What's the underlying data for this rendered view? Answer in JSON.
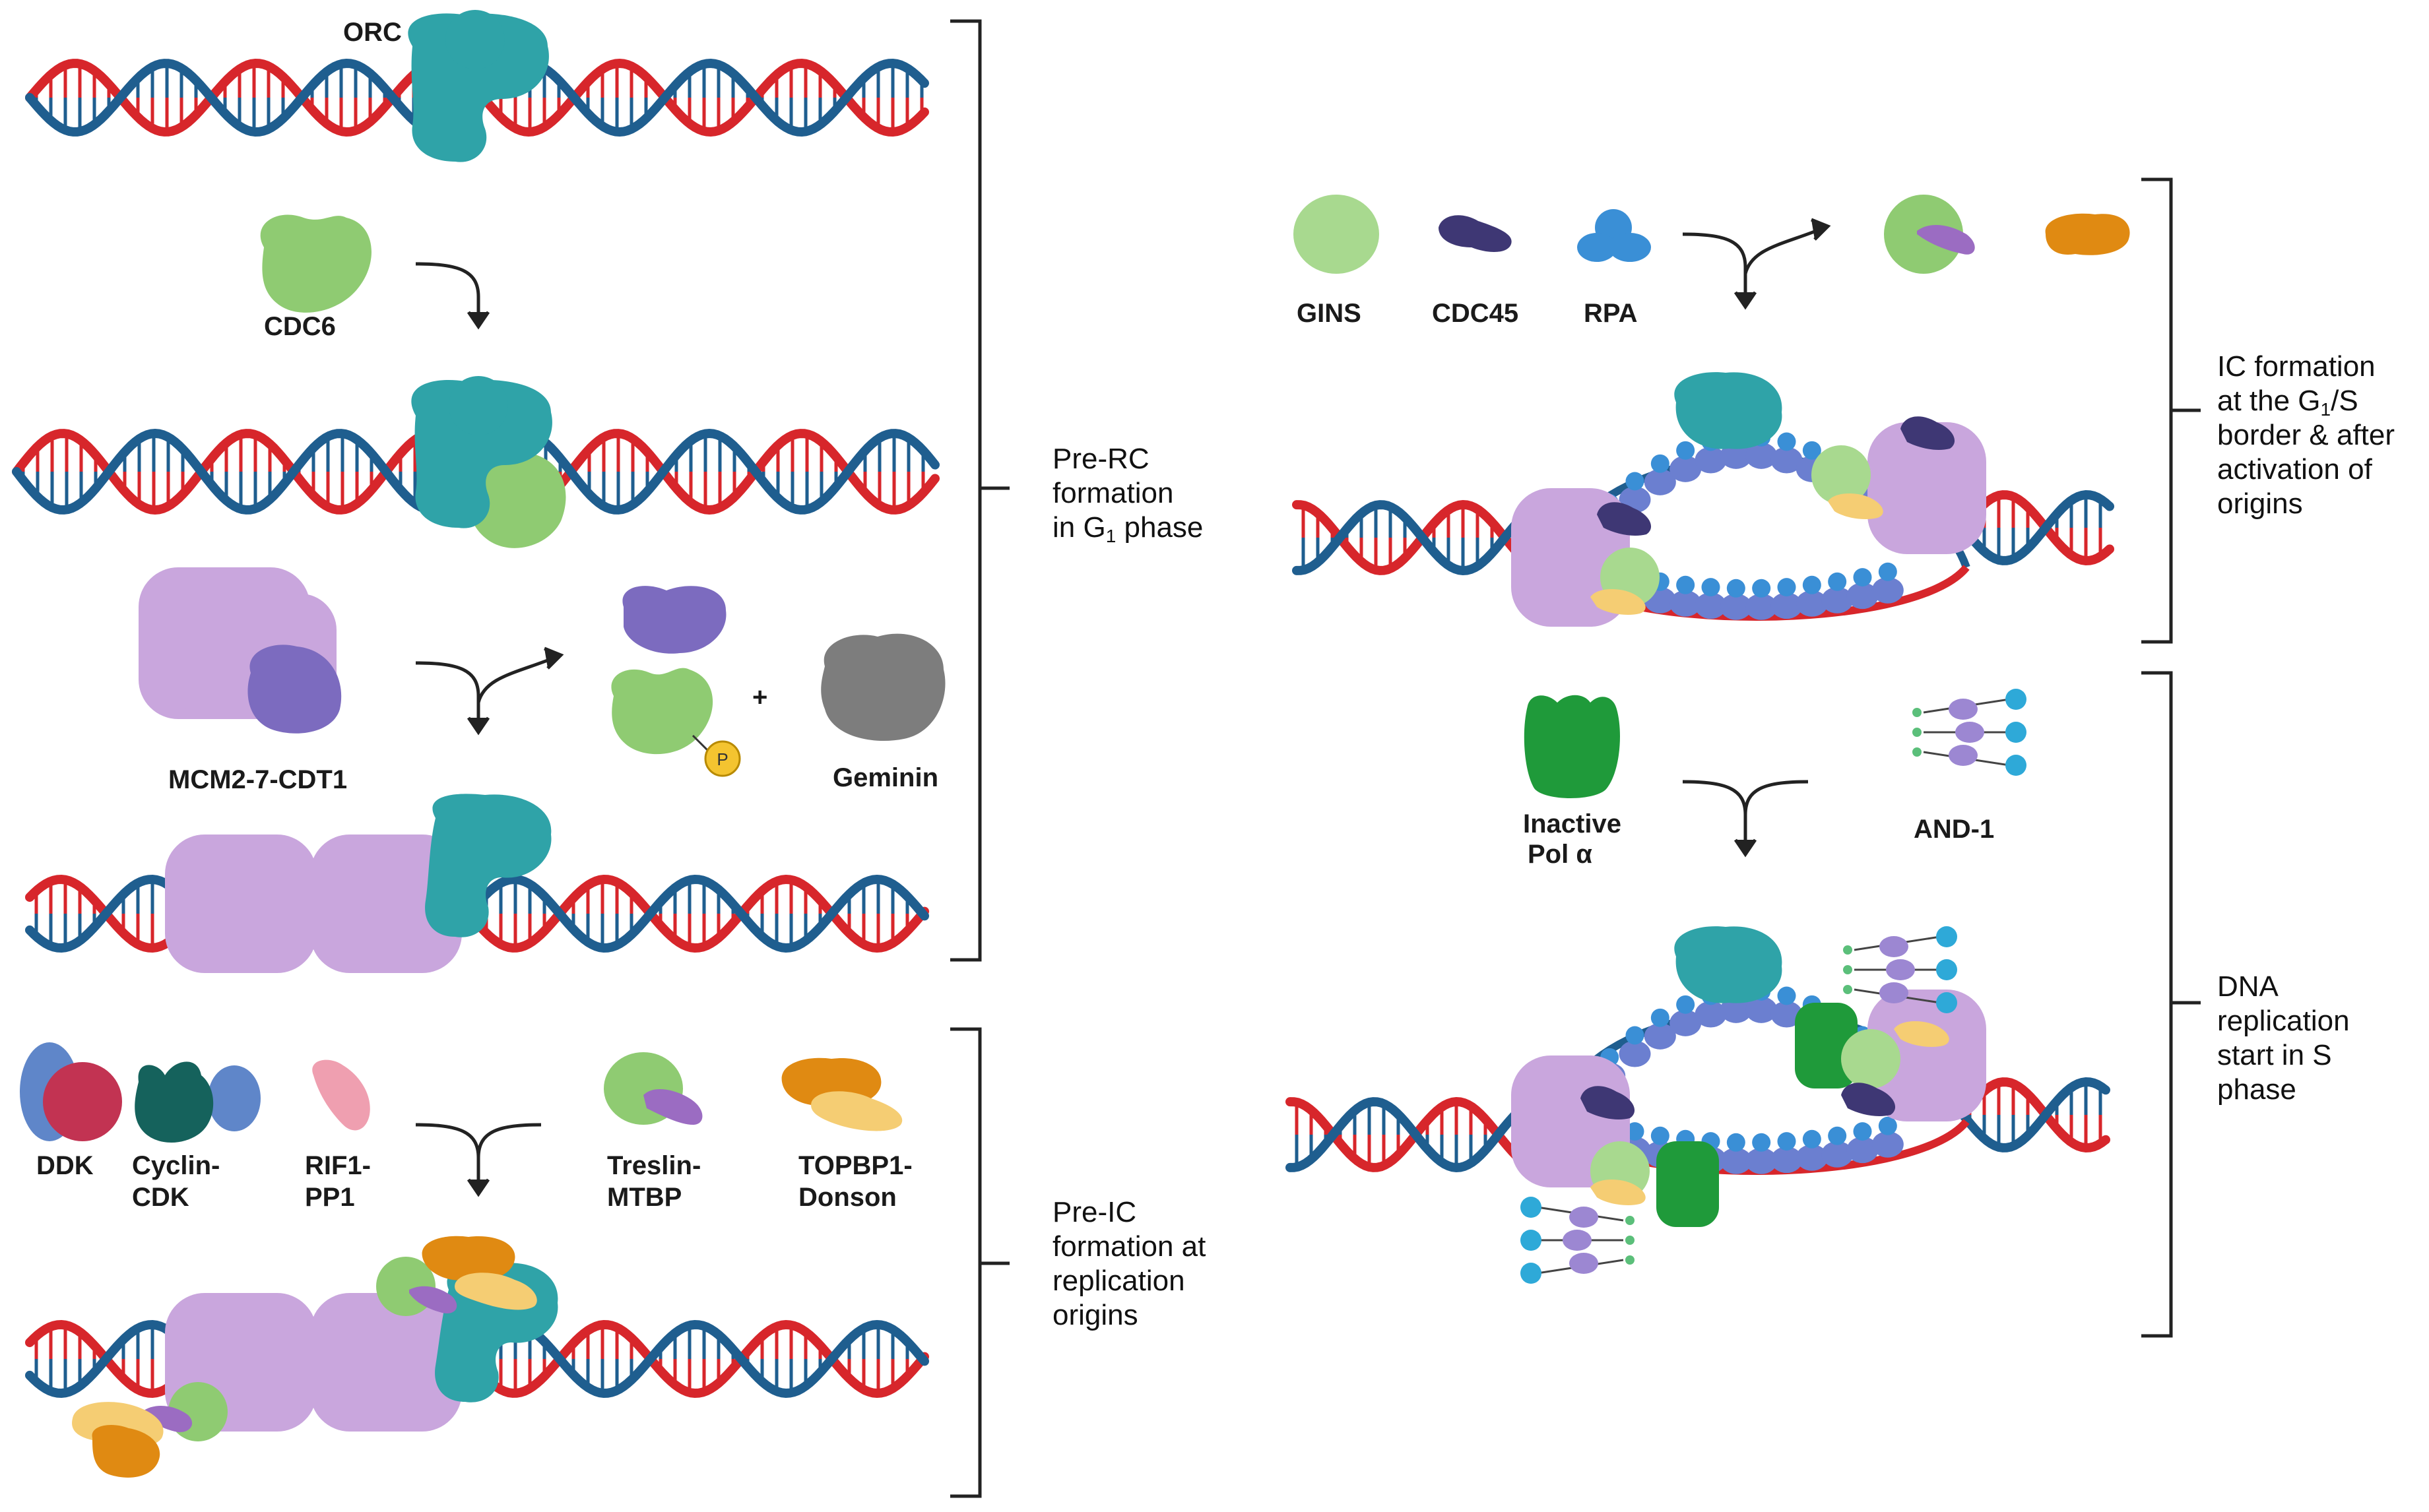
{
  "colors": {
    "dna_red": "#d7262b",
    "dna_blue": "#1f5e8f",
    "orc": "#2fa3a8",
    "cdc6": "#8fcb72",
    "mcm": "#c9a6dd",
    "cdt1": "#7c6bbf",
    "geminin": "#7d7d7d",
    "phospho": "#f4c430",
    "ddk_blue": "#5f86c9",
    "ddk_red": "#c23352",
    "cyclin": "#15625c",
    "rif1": "#ef9fb0",
    "treslin": "#8fcb72",
    "mtbp": "#9b6cc2",
    "topbp1": "#e08a12",
    "donson": "#f5cd73",
    "gins": "#a8d98f",
    "cdc45": "#3e3774",
    "rpa": "#3a8fd6",
    "pol_alpha": "#1f9a3a",
    "and1_bead": "#2ea9d8",
    "and1_body": "#9c87d2",
    "and1_tip": "#5bbf7a"
  },
  "labels": {
    "orc": "ORC",
    "cdc6": "CDC6",
    "mcm": "MCM2-7-CDT1",
    "geminin": "Geminin",
    "plus": "+",
    "phospho": "P",
    "ddk": "DDK",
    "cyclin_cdk": [
      "Cyclin-",
      "CDK"
    ],
    "rif1": [
      "RIF1-",
      "PP1"
    ],
    "treslin": [
      "Treslin-",
      "MTBP"
    ],
    "topbp1": [
      "TOPBP1-",
      "Donson"
    ],
    "gins": "GINS",
    "cdc45": "CDC45",
    "rpa": "RPA",
    "pol_alpha": [
      "Inactive",
      "Pol α"
    ],
    "and1": "AND-1"
  },
  "stages": {
    "pre_rc": [
      "Pre-RC",
      "formation",
      "in G",
      "1",
      " phase"
    ],
    "pre_ic": [
      "Pre-IC",
      "formation at",
      "replication",
      "origins"
    ],
    "ic": [
      "IC formation",
      "at the G",
      "1",
      "/S",
      "border & after",
      "activation of",
      "origins"
    ],
    "dna_rep": [
      "DNA",
      "replication",
      "start in S",
      "phase"
    ]
  },
  "icons": {
    "dna": "double-helix-icon",
    "reaction": "reaction-arrow-icon",
    "bracket": "stage-bracket-icon"
  }
}
